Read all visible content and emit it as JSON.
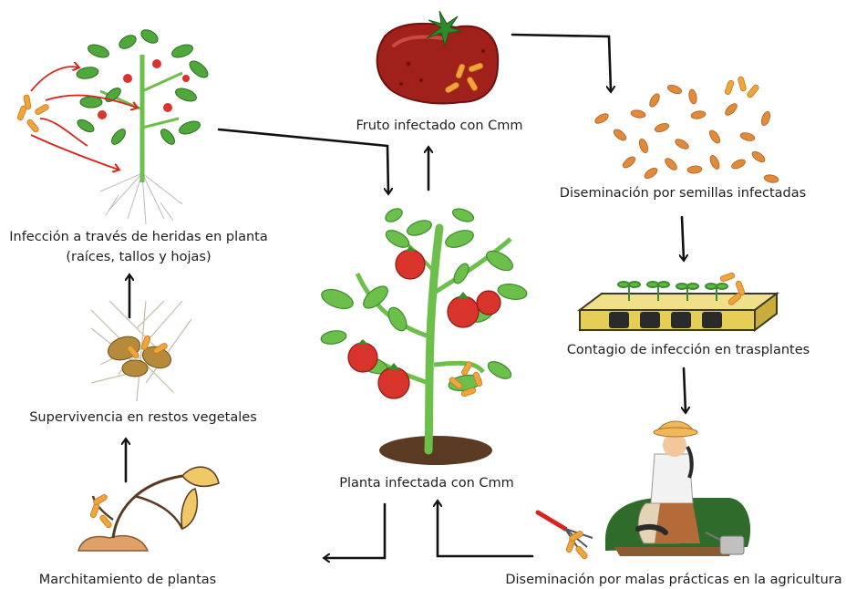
{
  "labels": {
    "fruit": "Fruto infectado con Cmm",
    "seeds": "Diseminación por semillas infectadas",
    "transplants": "Contagio de infección en trasplantes",
    "practices": "Diseminación por malas prácticas en la agricultura",
    "central": "Planta infectada con Cmm",
    "wilting": "Marchitamiento de plantas",
    "survival": "Supervivencia en restos vegetales",
    "wounds_line1": "Infección a través de heridas en planta",
    "wounds_line2": "(raíces, tallos y hojas)"
  },
  "colors": {
    "arrow": "#111111",
    "infection_arrow": "#d9231d",
    "bacteria": "#f0a43c",
    "leaf": "#6cbf4b",
    "tomato": "#d9342b",
    "soil": "#5a3a22",
    "seed": "#e08a3c"
  },
  "icons": [
    "tomato-plant-icon",
    "infected-fruit-icon",
    "seeds-icon",
    "seedling-tray-icon",
    "farmer-icon",
    "wilted-plant-icon",
    "plant-debris-icon",
    "wounded-plant-icon",
    "bacteria-icon"
  ]
}
